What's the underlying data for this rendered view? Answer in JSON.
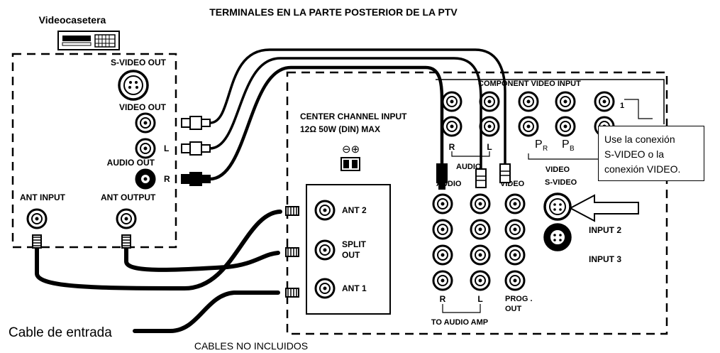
{
  "title": "TERMINALES EN LA PARTE POSTERIOR DE LA PTV",
  "vcr": {
    "name": "Videocasetera",
    "svideo_out": "S-VIDEO OUT",
    "video_out": "VIDEO OUT",
    "audio_out": "AUDIO OUT",
    "l": "L",
    "r": "R",
    "ant_input": "ANT INPUT",
    "ant_output": "ANT OUTPUT"
  },
  "ptv": {
    "center_channel_1": "CENTER CHANNEL INPUT",
    "center_channel_2": "12Ω 50W (DIN) MAX",
    "polarity": "⊖⊕",
    "ant2": "ANT 2",
    "split_1": "SPLIT",
    "split_2": "OUT",
    "ant1": "ANT 1",
    "component_video_input": "COMPONENT VIDEO INPUT",
    "r": "R",
    "l": "L",
    "audio_a": "AUDIO",
    "audio_b": "AUDIO",
    "video_a": "VIDEO",
    "pr": "P",
    "pr_sub": "R",
    "pb": "P",
    "pb_sub": "B",
    "video_b": "VIDEO",
    "svideo": "S-VIDEO",
    "input1": "1",
    "input2": "INPUT 2",
    "input3": "INPUT 3",
    "r_bottom": "R",
    "l_bottom": "L",
    "prog": "PROG .",
    "out": "OUT",
    "to_audio_amp": "TO AUDIO AMP"
  },
  "callout": {
    "line1": "Use la conexión",
    "line2": "S-VIDEO o la",
    "line3": "conexión VIDEO."
  },
  "cable_in": "Cable de entrada",
  "cables_note": "CABLES NO INCLUIDOS"
}
